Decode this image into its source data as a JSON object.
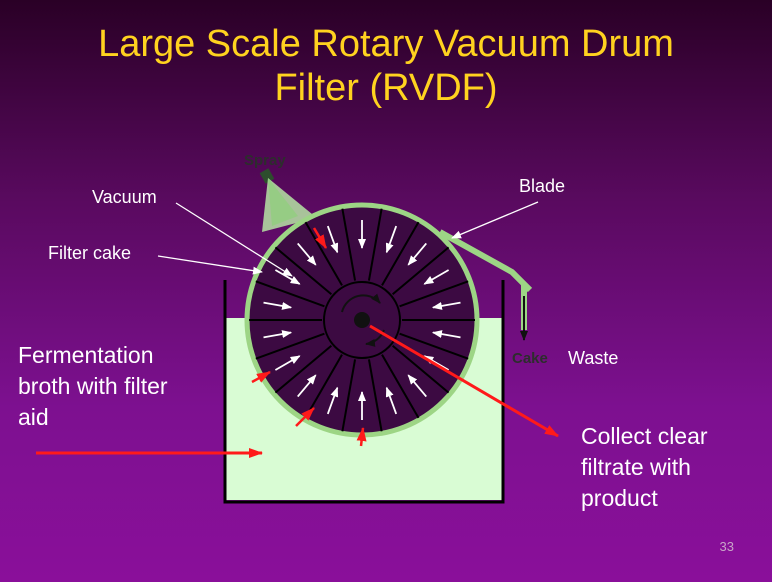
{
  "title": {
    "line1": "Large Scale Rotary Vacuum Drum",
    "line2": "Filter (RVDF)"
  },
  "labels": {
    "spray": "Spray",
    "vacuum": "Vacuum",
    "blade": "Blade",
    "filter_cake": "Filter cake",
    "cake": "Cake",
    "waste": "Waste",
    "fermentation_line1": "Fermentation",
    "fermentation_line2": "broth with filter",
    "fermentation_line3": "aid",
    "collect_line1": "Collect clear",
    "collect_line2": "filtrate with",
    "collect_line3": "product"
  },
  "page_number": "33",
  "colors": {
    "title": "#ffd21f",
    "liquid": "#d9fcd4",
    "drum_rim": "#7fc86a",
    "arrow_red": "#ff1a1a"
  }
}
